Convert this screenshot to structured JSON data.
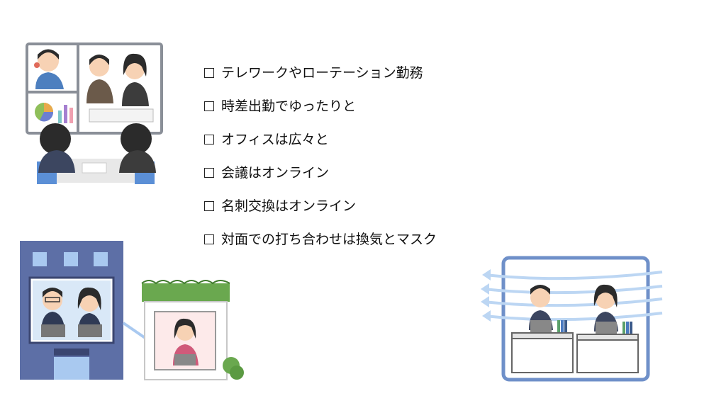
{
  "checklist": {
    "items": [
      {
        "label": "テレワークやローテーション勤務",
        "checked": false
      },
      {
        "label": "時差出勤でゆったりと",
        "checked": false
      },
      {
        "label": "オフィスは広々と",
        "checked": false
      },
      {
        "label": "会議はオンライン",
        "checked": false
      },
      {
        "label": "名刺交換はオンライン",
        "checked": false
      },
      {
        "label": "対面での打ち合わせは換気とマスク",
        "checked": false
      }
    ]
  },
  "illustrations": {
    "video_meeting": {
      "icon": "online-meeting-illustration"
    },
    "remote_work": {
      "icon": "office-to-home-remote-work-illustration"
    },
    "ventilated_office": {
      "icon": "ventilated-office-illustration"
    }
  },
  "colors": {
    "frame_gray": "#8a8f98",
    "office_building": "#5d6fa6",
    "window_sky": "#a9c9f0",
    "roof_green": "#6aa84f",
    "room_frame": "#6f90c9",
    "wind": "#bcd6f3",
    "skin": "#f7d2b4",
    "hair": "#2b2b2b"
  }
}
